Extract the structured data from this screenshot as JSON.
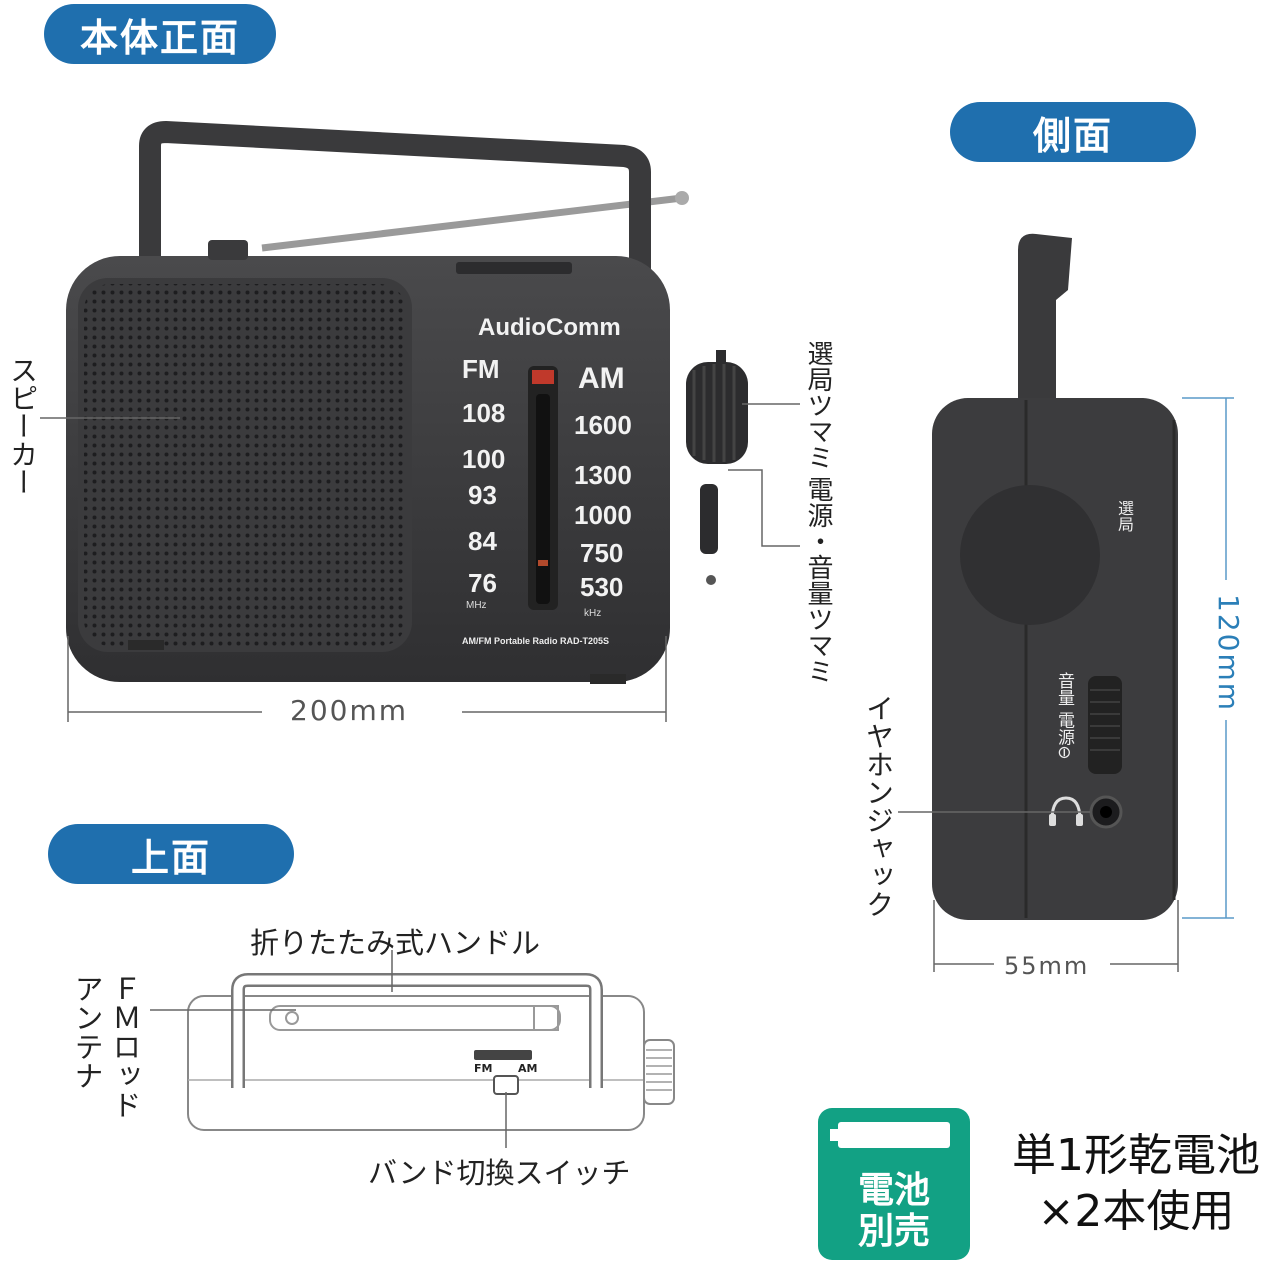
{
  "headers": {
    "front": "本体正面",
    "side": "側面",
    "top": "上面"
  },
  "front": {
    "brand": "AudioComm",
    "fm_label": "FM",
    "am_label": "AM",
    "fm_scale": [
      "108",
      "100",
      "93",
      "84",
      "76"
    ],
    "am_scale": [
      "1600",
      "1300",
      "1000",
      "750",
      "530"
    ],
    "fm_unit": "MHz",
    "am_unit": "kHz",
    "model": "AM/FM Portable Radio RAD-T205S",
    "width_dim": "200mm"
  },
  "callouts": {
    "speaker": "スピーカー",
    "tuning_knob": "選局ツマミ",
    "power_volume_knob": "電源・音量ツマミ",
    "earphone_jack": "イヤホンジャック",
    "folding_handle": "折りたたみ式ハンドル",
    "fm_antenna_line1": "ＦＭロッド",
    "fm_antenna_line2": "アンテナ",
    "band_switch": "バンド切換スイッチ"
  },
  "side": {
    "knob_label": "選局",
    "switch_label": "音量 電源⊖",
    "height_dim": "120mm",
    "depth_dim": "55mm"
  },
  "top_view": {
    "switch_fm": "FM",
    "switch_am": "AM"
  },
  "battery": {
    "badge_line1": "電池",
    "badge_line2": "別売",
    "text_line1": "単1形乾電池",
    "text_line2": "×2本使用"
  },
  "colors": {
    "pill": "#1f6fae",
    "battery_badge": "#12a184",
    "radio_body": "#3a3a3c"
  }
}
